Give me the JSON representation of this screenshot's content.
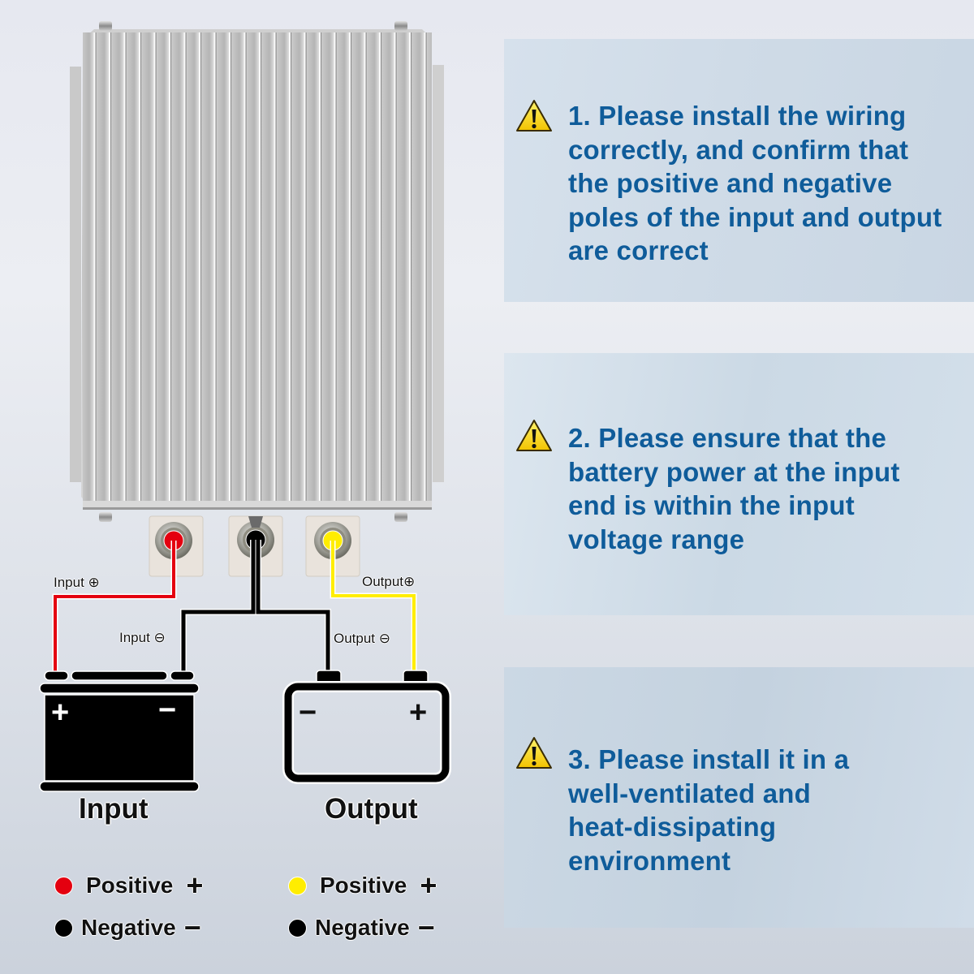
{
  "colors": {
    "panel_text": "#0f5c9a",
    "wire_positive_input": "#e4000f",
    "wire_negative": "#000000",
    "wire_positive_output": "#ffed00",
    "warning_icon": "#f7d21b"
  },
  "device": {
    "name": "dc-dc-converter",
    "icon": "heatsink-converter-photo"
  },
  "wiring": {
    "input_positive_label": "Input ⊕",
    "input_negative_label": "Input ⊖",
    "output_positive_label": "Output⊕",
    "output_negative_label": "Output ⊖"
  },
  "batteries": {
    "input": {
      "label": "Input",
      "positive_sign": "+",
      "negative_sign": "−",
      "icon": "battery-filled-icon"
    },
    "output": {
      "label": "Output",
      "positive_sign": "+",
      "negative_sign": "−",
      "icon": "battery-outline-icon"
    }
  },
  "legend": {
    "input": [
      {
        "color": "#e4000f",
        "label": "Positive",
        "sign": "+"
      },
      {
        "color": "#000000",
        "label": "Negative",
        "sign": "−"
      }
    ],
    "output": [
      {
        "color": "#ffed00",
        "label": "Positive",
        "sign": "+"
      },
      {
        "color": "#000000",
        "label": "Negative",
        "sign": "−"
      }
    ]
  },
  "warnings": [
    {
      "icon": "warning-icon",
      "lines": [
        "1. Please install the wiring",
        "correctly, and confirm that",
        "the positive and negative",
        "poles of the input and output",
        "are correct"
      ]
    },
    {
      "icon": "warning-icon",
      "lines": [
        "2. Please ensure that the",
        "battery power at the input",
        "end is within the input",
        "voltage range"
      ]
    },
    {
      "icon": "warning-icon",
      "lines": [
        "3. Please install it in a",
        "well-ventilated and",
        "heat-dissipating",
        "environment"
      ]
    }
  ]
}
